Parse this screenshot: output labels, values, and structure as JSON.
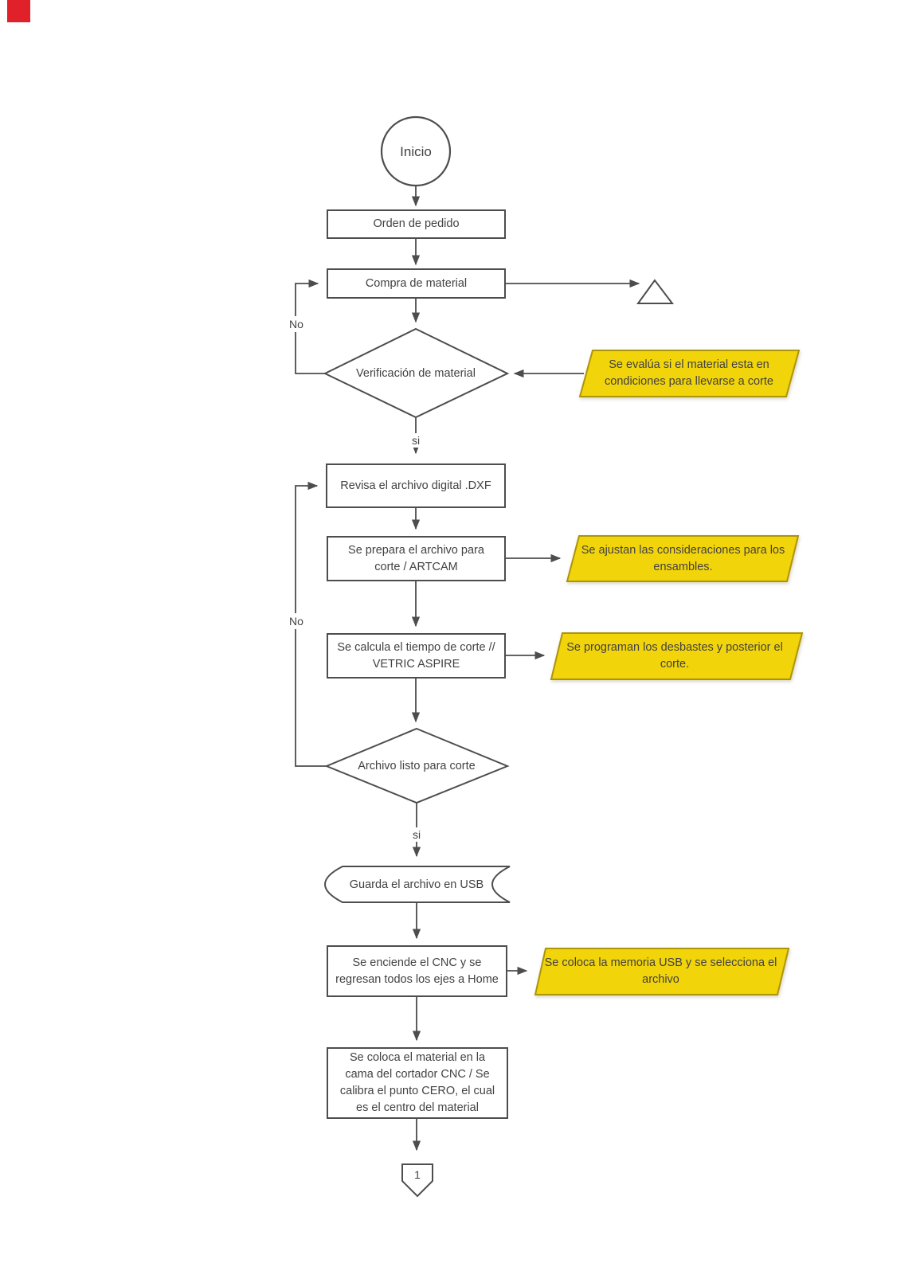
{
  "page": {
    "marker_color": "#e0212a",
    "background": "#ffffff"
  },
  "colors": {
    "line": "#4d4d4d",
    "text": "#424242",
    "callout_fill": "#f2d40b",
    "callout_border": "#ac9507"
  },
  "start": {
    "label": "Inicio"
  },
  "boxes": {
    "orden": {
      "label": "Orden de pedido"
    },
    "compra": {
      "label": "Compra de material"
    },
    "revisa": {
      "label": "Revisa el archivo digital .DXF"
    },
    "prepara": {
      "lines": [
        "Se prepara el archivo para",
        "corte  / ARTCAM"
      ]
    },
    "calcula": {
      "lines": [
        "Se calcula el tiempo de corte //",
        "VETRIC ASPIRE"
      ]
    },
    "enciende": {
      "lines": [
        "Se enciende el CNC y se",
        "regresan todos los ejes a Home"
      ]
    },
    "coloca": {
      "lines": [
        "Se coloca el material en la",
        "cama del cortador CNC / Se",
        "calibra el punto CERO, el cual",
        "es el centro del material"
      ]
    }
  },
  "decisions": {
    "verificacion": {
      "label": "Verificación de material",
      "yes": "si",
      "no": "No"
    },
    "archivo_listo": {
      "label": "Archivo listo para corte",
      "yes": "si",
      "no": "No"
    }
  },
  "storage": {
    "guarda": {
      "label": "Guarda el archivo en USB"
    }
  },
  "callouts": {
    "evalua": {
      "lines": [
        "Se evalúa si el material esta en",
        "condiciones para llevarse a corte"
      ]
    },
    "ajustan": {
      "lines": [
        "Se ajustan las consideraciones para los",
        "ensambles."
      ]
    },
    "programan": {
      "lines": [
        "Se programan los desbastes y posterior el",
        "corte."
      ]
    },
    "memoria": {
      "lines": [
        "Se coloca la memoria USB y se selecciona el",
        "archivo"
      ]
    }
  },
  "connector": {
    "label": "1"
  }
}
